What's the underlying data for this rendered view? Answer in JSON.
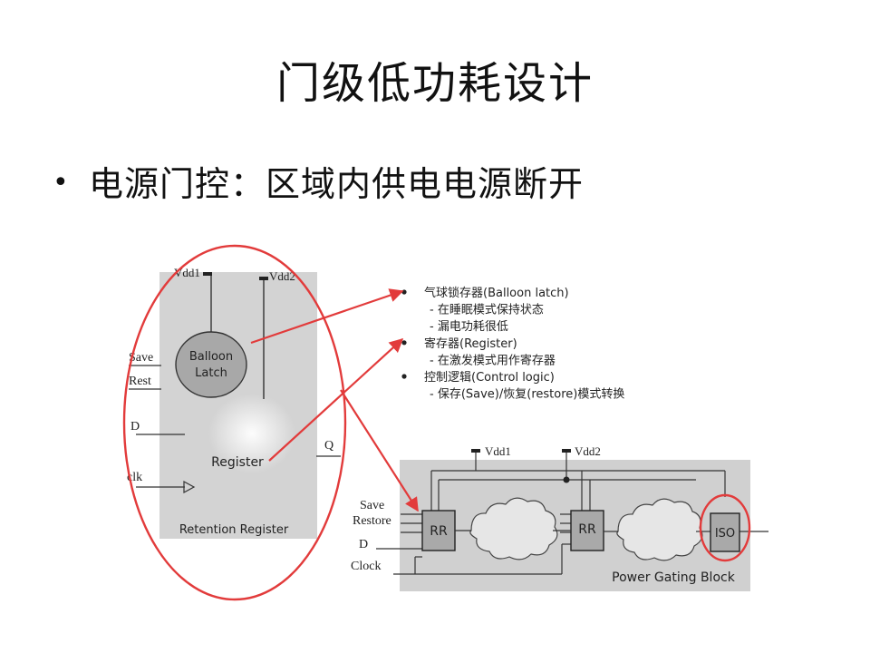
{
  "slide": {
    "title": "门级低功耗设计",
    "bullet_marker": "•",
    "bullet_text": "电源门控：区域内供电电源断开"
  },
  "retention_register": {
    "vdd1": "Vdd1",
    "vdd2": "Vdd2",
    "balloon_line1": "Balloon",
    "balloon_line2": "Latch",
    "save": "Save",
    "rest": "Rest",
    "d": "D",
    "clk": "clk",
    "q": "Q",
    "register": "Register",
    "caption": "Retention Register"
  },
  "annotations": [
    {
      "text": "气球锁存器(Balloon latch)",
      "bullet": true
    },
    {
      "text": "- 在睡眠模式保持状态",
      "bullet": false
    },
    {
      "text": "- 漏电功耗很低",
      "bullet": false
    },
    {
      "text": "寄存器(Register)",
      "bullet": true
    },
    {
      "text": "- 在激发模式用作寄存器",
      "bullet": false
    },
    {
      "text": "控制逻辑(Control logic)",
      "bullet": true
    },
    {
      "text": "- 保存(Save)/恢复(restore)模式转换",
      "bullet": false
    }
  ],
  "power_gating_block": {
    "vdd1": "Vdd1",
    "vdd2": "Vdd2",
    "save": "Save",
    "restore": "Restore",
    "d": "D",
    "clock": "Clock",
    "rr_left": "RR",
    "rr_right": "RR",
    "iso": "ISO",
    "caption": "Power Gating Block"
  },
  "colors": {
    "highlight_red": "#e23b3b",
    "panel_gray": "#cfcfcf",
    "box_gray": "#a9a9a9",
    "line_dark": "#333333"
  }
}
